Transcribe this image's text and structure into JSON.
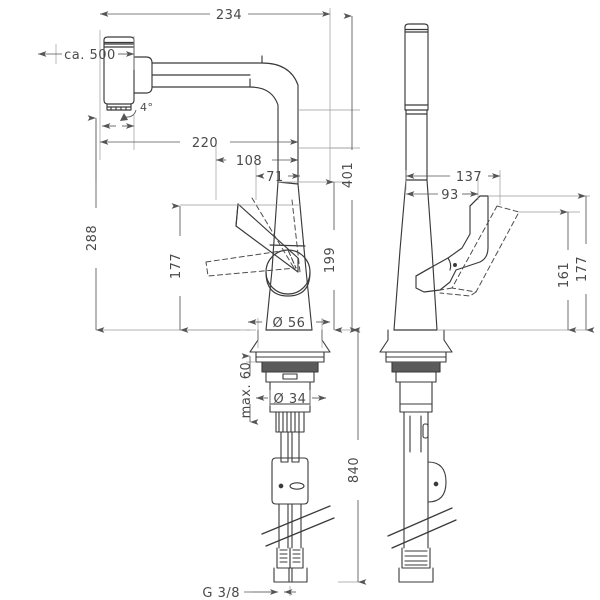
{
  "drawing": {
    "title": "Kitchen mixer tap technical dimension drawing",
    "unit": "mm",
    "line_color": "#3a3a3a",
    "dim_color": "#6b6b6b",
    "text_color": "#4a4a4a",
    "background": "#ffffff"
  },
  "views": {
    "front": {
      "name": "front-elevation"
    },
    "side": {
      "name": "side-elevation"
    }
  },
  "dimensions": {
    "top_overall_reach": "234",
    "pullout_hose_length": "ca. 500",
    "spout_reach_220": "220",
    "spout_reach_108": "108",
    "spout_reach_71": "71",
    "swivel_angle": "4°",
    "handle_height_front": "177",
    "spout_height_288": "288",
    "total_height_401": "401",
    "body_height_199": "199",
    "spout_diameter": "Ø 56",
    "shank_diameter": "Ø 34",
    "max_deck_thickness": "max. 60",
    "hose_total_length": "840",
    "side_reach_137": "137",
    "side_reach_93": "93",
    "side_handle_161": "161",
    "side_handle_177": "177",
    "connection_thread": "G 3/8"
  }
}
